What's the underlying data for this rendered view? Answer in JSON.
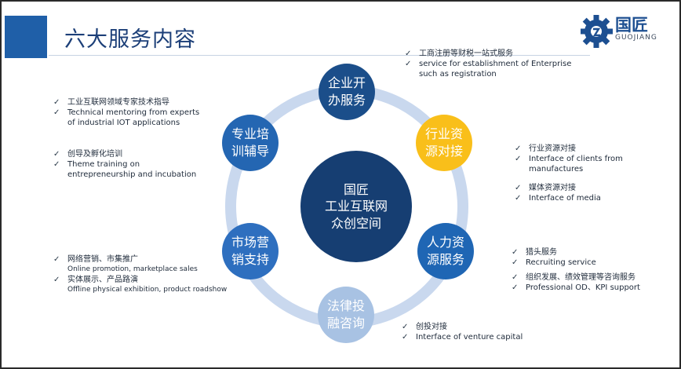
{
  "page": {
    "title": "六大服务内容"
  },
  "logo": {
    "name": "国匠",
    "sub": "GUOJIANG"
  },
  "colors": {
    "header_bar": "#1f5fa8",
    "center": "#163e72",
    "accent_yellow": "#f9bf1a",
    "ring": "#c9d8ee"
  },
  "icons": {
    "bullet": "check-mark-icon",
    "logo": "gear-icon"
  },
  "center": {
    "line1": "国匠",
    "line2": "工业互联网",
    "line3": "众创空间"
  },
  "services": {
    "enterprise": {
      "line1": "企业开",
      "line2": "办服务"
    },
    "resources": {
      "line1": "行业资",
      "line2": "源对接"
    },
    "hr": {
      "line1": "人力资",
      "line2": "源服务"
    },
    "legal": {
      "line1": "法律投",
      "line2": "融咨询"
    },
    "marketing": {
      "line1": "市场营",
      "line2": "销支持"
    },
    "training": {
      "line1": "专业培",
      "line2": "训辅导"
    }
  },
  "notes": {
    "enterprise": {
      "item1": "工商注册等财税一站式服务",
      "item2": "service for establishment of Enterprise",
      "item2_cont": "such as registration"
    },
    "resources": {
      "item1": "行业资源对接",
      "item2": "Interface of  clients from",
      "item2_cont": "manufactures",
      "item3": "媒体资源对接",
      "item4": "Interface of media"
    },
    "hr": {
      "item1": "猎头服务",
      "item2": "Recruiting service",
      "item3": "组织发展、绩效管理等咨询服务",
      "item4": "Professional OD、KPI support"
    },
    "legal": {
      "item1": "创投对接",
      "item2": "Interface of venture capital"
    },
    "marketing": {
      "item1": "网络营销、市集推广",
      "item1_cont": "Online promotion, marketplace sales",
      "item2": "实体展示、产品路演",
      "item2_cont": "Offline physical exhibition, product roadshow"
    },
    "training": {
      "item1": "工业互联网领域专家技术指导",
      "item2": "Technical mentoring from experts",
      "item2_cont": "of  industrial IOT applications",
      "item3": "创导及孵化培训",
      "item4": "Theme training on",
      "item4_cont": "entrepreneurship and incubation"
    },
    "check": "✓"
  }
}
